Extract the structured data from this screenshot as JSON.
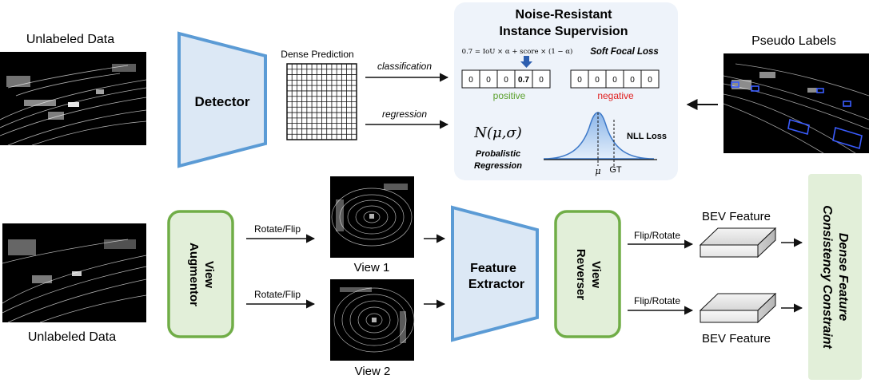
{
  "top": {
    "unlabeled_label": "Unlabeled Data",
    "detector_label": "Detector",
    "dense_prediction_label": "Dense Prediction",
    "classification_label": "classification",
    "regression_label": "regression",
    "pseudo_labels_label": "Pseudo Labels"
  },
  "supervision": {
    "title_line1": "Noise-Resistant",
    "title_line2": "Instance Supervision",
    "formula": "0.7 = IoU × α + score × (1 − α)",
    "soft_focal_loss": "Soft Focal Loss",
    "positive_cells": [
      "0",
      "0",
      "0",
      "0.7",
      "0"
    ],
    "negative_cells": [
      "0",
      "0",
      "0",
      "0",
      "0"
    ],
    "positive_label": "positive",
    "negative_label": "negative",
    "gaussian_label": "N(μ,σ)",
    "prob_reg_line1": "Probalistic",
    "prob_reg_line2": "Regression",
    "nll_loss": "NLL Loss",
    "mu_label": "μ",
    "gt_label": "GT"
  },
  "bottom": {
    "unlabeled_label": "Unlabeled Data",
    "view_augmentor_line1": "View",
    "view_augmentor_line2": "Augmentor",
    "rotate_flip_1": "Rotate/Flip",
    "rotate_flip_2": "Rotate/Flip",
    "view1_label": "View 1",
    "view2_label": "View 2",
    "feature_extractor_line1": "Feature",
    "feature_extractor_line2": "Extractor",
    "view_reverser_line1": "View",
    "view_reverser_line2": "Reverser",
    "flip_rotate_1": "Flip/Rotate",
    "flip_rotate_2": "Flip/Rotate",
    "bev_feature_1": "BEV Feature",
    "bev_feature_2": "BEV Feature",
    "consistency_line1": "Dense Feature",
    "consistency_line2": "Consistency Constraint"
  },
  "colors": {
    "blue_fill": "#dce8f5",
    "blue_stroke": "#5b9bd5",
    "green_fill": "#e2efd9",
    "green_stroke": "#70ad47",
    "panel_fill": "#eef3fa",
    "positive_color": "#5aa02c",
    "negative_color": "#e02020",
    "pointcloud_bg": "#000000"
  }
}
